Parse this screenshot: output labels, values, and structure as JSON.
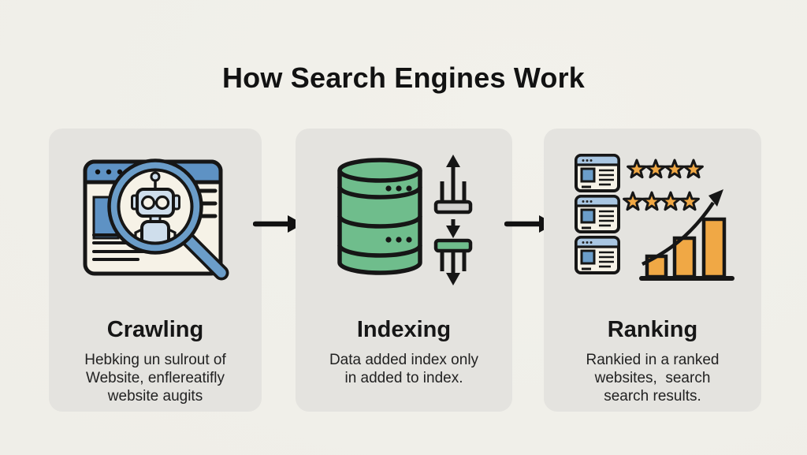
{
  "title": "How Search Engines Work",
  "steps": [
    {
      "id": "crawling",
      "heading": "Crawling",
      "lines": [
        "Hebking un sulrout of",
        "Website, enflereatifly",
        "website augits"
      ],
      "icon": "robot-magnifier-browser-icon"
    },
    {
      "id": "indexing",
      "heading": "Indexing",
      "lines": [
        "Data added index only",
        "in added to index."
      ],
      "icon": "database-transfer-icon"
    },
    {
      "id": "ranking",
      "heading": "Ranking",
      "lines": [
        "Rankied in a ranked",
        "websites,  search",
        "search results."
      ],
      "icon": "ranked-pages-stars-chart-icon"
    }
  ],
  "connectors": [
    {
      "type": "arrow-right"
    },
    {
      "type": "arrow-right"
    }
  ],
  "ranking_illustration": {
    "webpage_cards": 3,
    "star_rows": [
      4,
      4
    ],
    "chart_bars": 3
  },
  "colors": {
    "background": "#f0efe9",
    "panel": "#e4e3df",
    "outline": "#161616",
    "blue": "#5e92c4",
    "robot_light_blue": "#cfdeec",
    "card_header_blue": "#a9c6e2",
    "green": "#6fbd8c",
    "orange": "#f0a845",
    "tray_gray": "#d3d2d0"
  }
}
